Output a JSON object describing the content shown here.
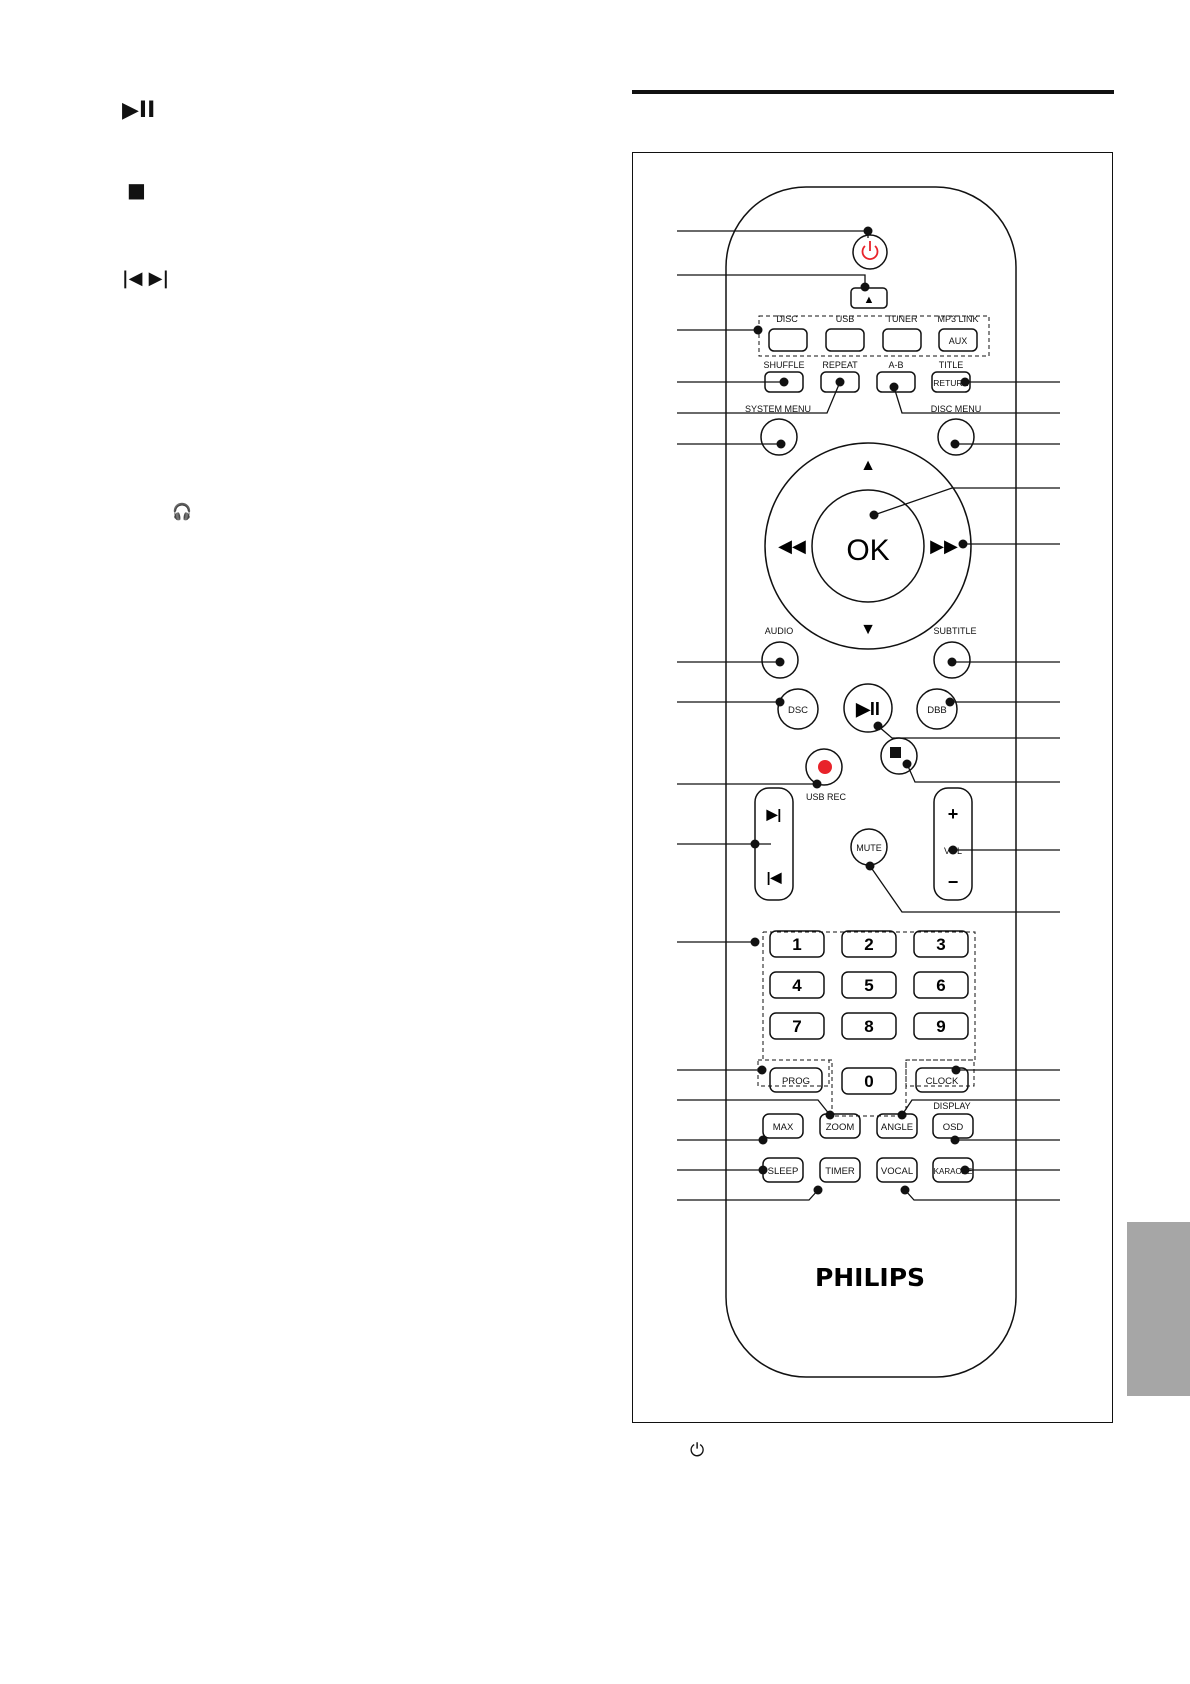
{
  "left_icons": {
    "play_pause": "▶II",
    "stop": "■",
    "prev_next": "|◀  ▶|",
    "headphones": "🎧"
  },
  "remote": {
    "top_row_labels": [
      "DISC",
      "USB",
      "TUNER",
      "MP3 LINK"
    ],
    "aux": "AUX",
    "row2_labels": [
      "SHUFFLE",
      "REPEAT",
      "A-B",
      "TITLE"
    ],
    "return": "RETURN",
    "system_menu": "SYSTEM MENU",
    "disc_menu": "DISC MENU",
    "ok": "OK",
    "audio": "AUDIO",
    "subtitle": "SUBTITLE",
    "dsc": "DSC",
    "dbb": "DBB",
    "usb_rec": "USB REC",
    "vol": "VOL",
    "vol_plus": "+",
    "vol_minus": "−",
    "mute": "MUTE",
    "numbers": [
      "1",
      "2",
      "3",
      "4",
      "5",
      "6",
      "7",
      "8",
      "9",
      "0"
    ],
    "prog": "PROG",
    "clock": "CLOCK",
    "zoom": "ZOOM",
    "angle": "ANGLE",
    "display": "DISPLAY",
    "osd": "OSD",
    "max": "MAX",
    "sleep": "SLEEP",
    "timer": "TIMER",
    "vocal": "VOCAL",
    "karaoke": "KARAOKE",
    "brand": "PHILIPS"
  },
  "bottom_note_icon": "⏻",
  "colors": {
    "power": "#e8232a",
    "rec": "#e8232a",
    "side_tab": "#a6a6a6"
  }
}
